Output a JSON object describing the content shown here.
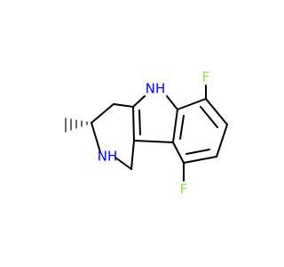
{
  "molecule": {
    "atoms": [
      {
        "id": "nh_indole",
        "text": "NH"
      },
      {
        "id": "nh_ring",
        "text": "NH"
      },
      {
        "id": "f_top",
        "text": "F"
      },
      {
        "id": "f_bottom",
        "text": "F"
      }
    ]
  },
  "colors": {
    "bond": "#000000",
    "nitrogen": "#0000ff",
    "fluorine": "#90e050"
  }
}
